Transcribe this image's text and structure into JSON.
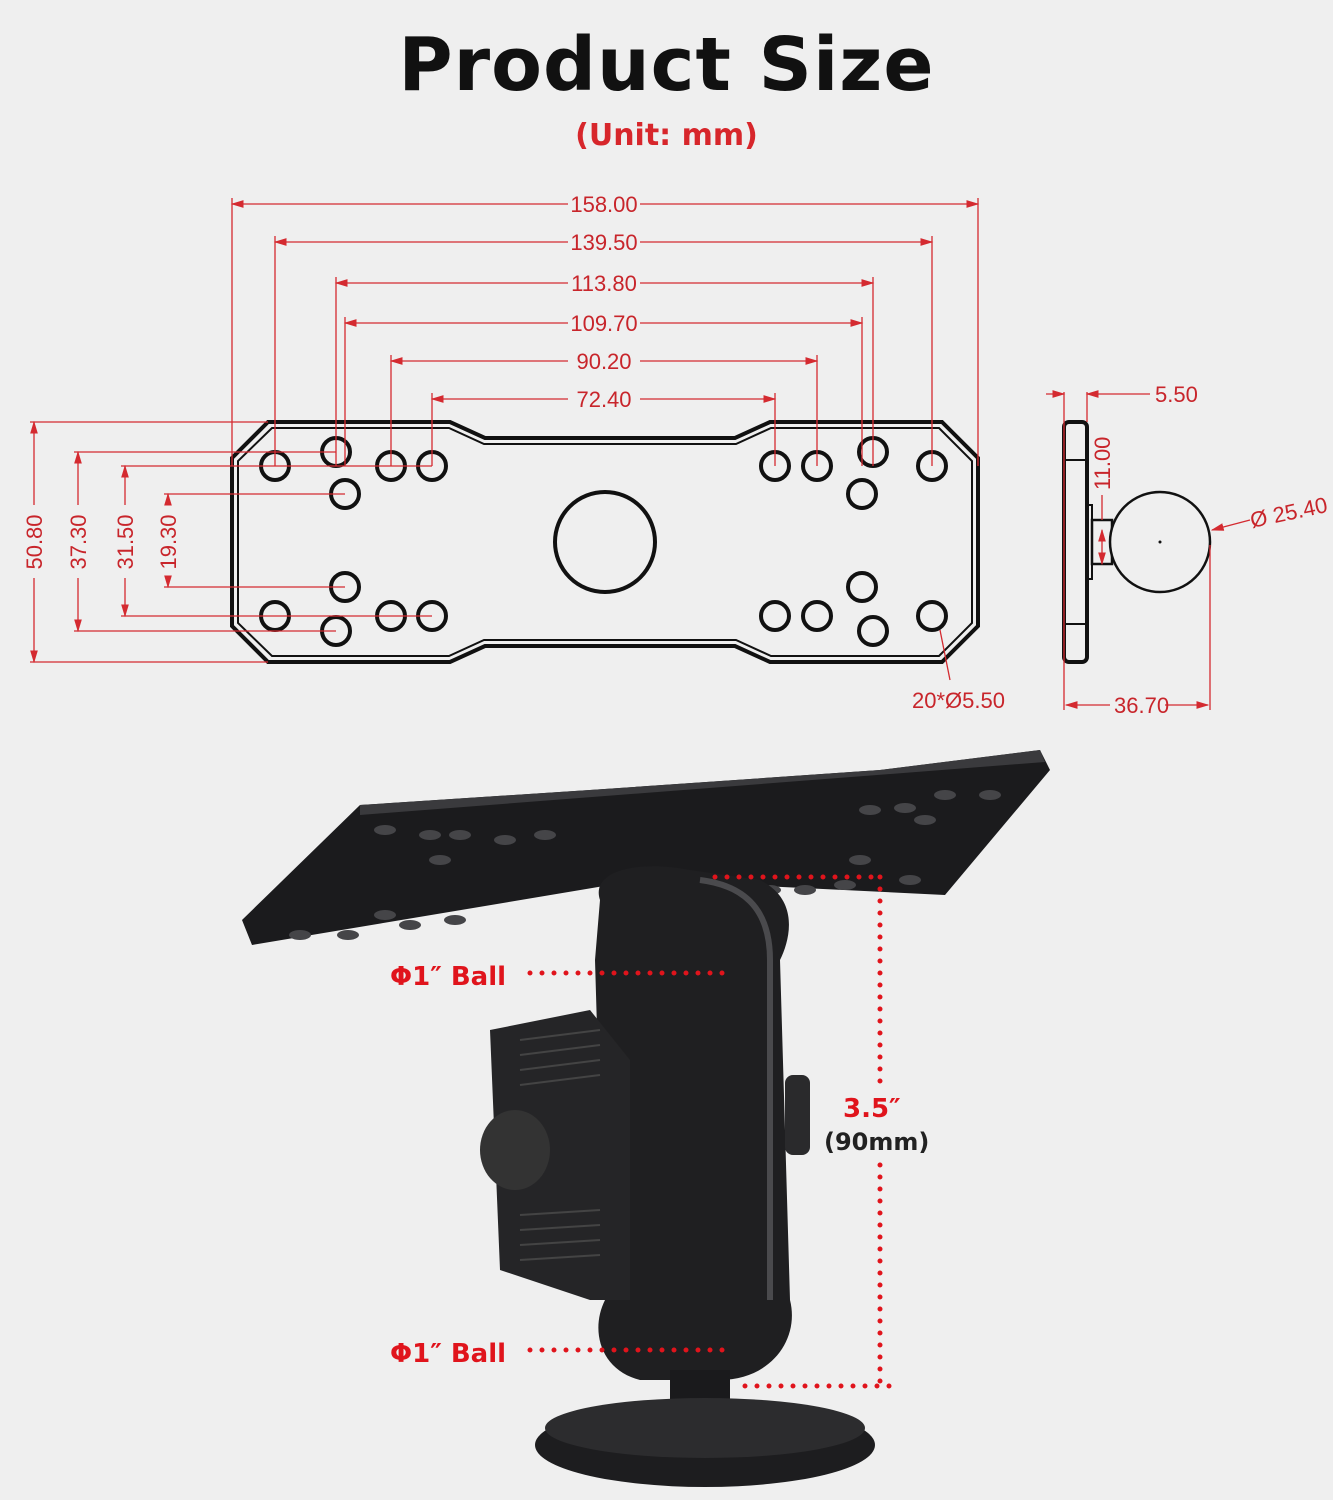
{
  "header": {
    "title": "Product Size",
    "unit": "(Unit: mm)"
  },
  "top_view": {
    "widths": [
      "158.00",
      "139.50",
      "113.80",
      "109.70",
      "90.20",
      "72.40"
    ],
    "heights": [
      "50.80",
      "37.30",
      "31.50",
      "19.30"
    ],
    "holes": "20*Ø5.50"
  },
  "side_view": {
    "thickness": "5.50",
    "neck": "11.00",
    "ball": "Ø 25.40",
    "depth": "36.70"
  },
  "photo": {
    "ball_top": "Φ1″ Ball",
    "ball_bottom": "Φ1″ Ball",
    "length": "3.5″",
    "length_mm": "(90mm)"
  },
  "colors": {
    "accent": "#d7262b",
    "line": "#111111",
    "background": "#efefef"
  }
}
